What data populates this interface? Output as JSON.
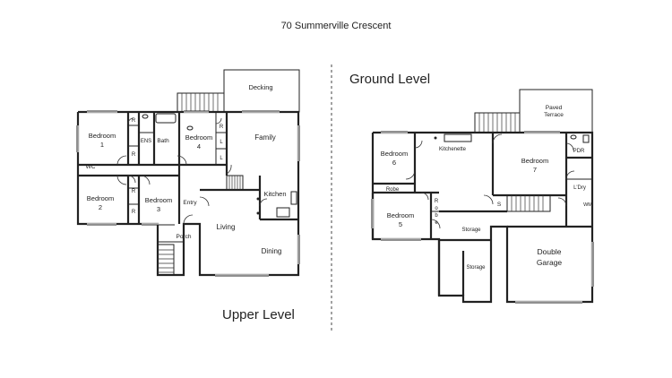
{
  "address": "70 Summerville Crescent",
  "upper": {
    "level_label": "Upper Level",
    "rooms": {
      "decking": "Decking",
      "bedroom1_name": "Bedroom",
      "bedroom1_num": "1",
      "robe_r1": "R",
      "robe_r2": "R",
      "ens": "ENS",
      "bath": "Bath",
      "bedroom4_name": "Bedroom",
      "bedroom4_num": "4",
      "robe_r3": "R",
      "linen_l1": "L",
      "linen_l2": "L",
      "family": "Family",
      "wc": "WC",
      "bedroom2_name": "Bedroom",
      "bedroom2_num": "2",
      "robe_r4": "R",
      "robe_r5": "R",
      "bedroom3_name": "Bedroom",
      "bedroom3_num": "3",
      "entry": "Entry",
      "kitchen": "Kitchen",
      "living": "Living",
      "porch": "Porch",
      "dining": "Dining"
    }
  },
  "ground": {
    "level_label": "Ground Level",
    "rooms": {
      "paved_terrace_1": "Paved",
      "paved_terrace_2": "Terrace",
      "kitchenette": "Kitchenette",
      "pdr": "PDR",
      "bedroom6_name": "Bedroom",
      "bedroom6_num": "6",
      "robe": "Robe",
      "bedroom7_name": "Bedroom",
      "bedroom7_num": "7",
      "ldry": "L'Dry",
      "wm": "WM",
      "s": "S",
      "robe_v1": "R",
      "robe_v2": "o",
      "robe_v3": "b",
      "robe_v4": "e",
      "bedroom5_name": "Bedroom",
      "bedroom5_num": "5",
      "storage1": "Storage",
      "storage2": "Storage",
      "garage_1": "Double",
      "garage_2": "Garage"
    }
  }
}
